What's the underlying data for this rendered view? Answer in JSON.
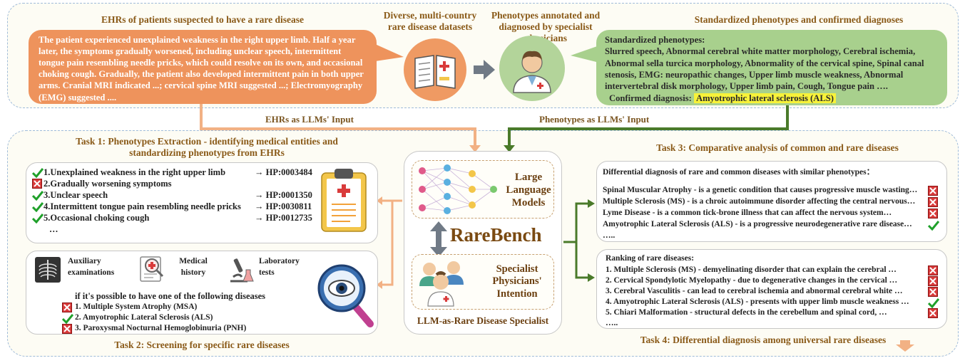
{
  "top": {
    "ehr_title": "EHRs of patients suspected to have a rare disease",
    "ehr_text": "The patient experienced unexplained weakness in the right upper limb. Half a year later, the symptoms gradually worsened, including unclear speech, intermittent tongue pain resembling needle pricks, which could resolve on its own, and occasional choking cough. Gradually, the patient also developed  intermittent pain in both upper arms. Cranial MRI indicated ...; cervical spine MRI suggested ...; Electromyography (EMG) suggested ....",
    "datasets_title": "Diverse, multi-country rare disease datasets",
    "annotated_title": "Phenotypes annotated and diagnosed by specialist physicians",
    "standardized_title": "Standardized phenotypes and confirmed diagnoses",
    "pheno_heading": "Standardized phenotypes:",
    "pheno_text": "Slurred speech, Abnormal cerebral white matter morphology, Cerebral ischemia, Abnormal sella turcica morphology, Abnormality of the cervical spine, Spinal canal stenosis, EMG: neuropathic changes, Upper limb muscle weakness, Abnormal intervertebral disk morphology, Upper limb pain, Cough, Tongue pain ….",
    "diagnosis_label": "Confirmed diagnosis:",
    "diagnosis_value": "Amyotrophic lateral sclerosis (ALS)"
  },
  "links": {
    "ehr_input": "EHRs as LLMs' Input",
    "pheno_input": "Phenotypes as LLMs' Input"
  },
  "task1": {
    "title": "Task 1: Phenotypes Extraction - identifying medical entities and standardizing phenotypes from EHRs",
    "items": [
      {
        "text": "1.Unexplained weakness in the right upper limb",
        "code": "→ HP:0003484",
        "mark": "check"
      },
      {
        "text": "2.Gradually worsening symptoms",
        "code": "",
        "mark": "cross"
      },
      {
        "text": "3.Unclear speech",
        "code": "→ HP:0001350",
        "mark": "check"
      },
      {
        "text": "4.Intermittent tongue pain resembling needle pricks",
        "code": "→ HP:0030811",
        "mark": "check"
      },
      {
        "text": "5.Occasional choking cough",
        "code": "→ HP:0012735",
        "mark": "check"
      }
    ],
    "more": "…"
  },
  "task2": {
    "title": "Task 2: Screening for specific rare diseases",
    "aux": "Auxiliary examinations",
    "history": "Medical history",
    "lab": "Laboratory tests",
    "question": "if it's possible to have one of the following diseases",
    "items": [
      {
        "text": "1. Multiple System Atrophy (MSA)",
        "mark": "cross"
      },
      {
        "text": "2. Amyotrophic Lateral Sclerosis (ALS)",
        "mark": "check"
      },
      {
        "text": "3. Paroxysmal Nocturnal Hemoglobinuria (PNH)",
        "mark": "cross"
      }
    ]
  },
  "center": {
    "llm": "Large Language Models",
    "brand": "RareBench",
    "physicians": "Specialist Physicians' Intention",
    "caption": "LLM-as-Rare Disease Specialist"
  },
  "task3": {
    "title": "Task 3: Comparative analysis of common and rare diseases",
    "heading": "Differential diagnosis of rare and common diseases with similar phenotypes：",
    "items": [
      {
        "text": "Spinal Muscular Atrophy - is a genetic condition that causes progressive muscle wasting…",
        "mark": "cross"
      },
      {
        "text": "Multiple Sclerosis (MS) -  is a chroic autoimmune disorder affecting the central nervous…",
        "mark": "cross"
      },
      {
        "text": "Lyme Disease - is a common tick-brone illness that can affect the nervous system…",
        "mark": "cross"
      },
      {
        "text": "Amyotrophic Lateral Sclerosis (ALS) - is a progressive neurodegenerative rare disease…",
        "mark": "check"
      }
    ],
    "more": "….."
  },
  "task4": {
    "title": "Task 4: Differential diagnosis among universal rare diseases",
    "heading": "Ranking of rare diseases:",
    "items": [
      {
        "text": "1. Multiple Sclerosis (MS) - demyelinating disorder that can explain the cerebral …",
        "mark": "cross"
      },
      {
        "text": "2. Cervical Spondylotic Myelopathy - due to degenerative changes in the cervical …",
        "mark": "cross"
      },
      {
        "text": "3. Cerebral Vasculitis - can lead to cerebral ischemia and abnormal cerebral white …",
        "mark": "cross"
      },
      {
        "text": "4. Amyotrophic Lateral Sclerosis (ALS) - presents with upper limb muscle weakness …",
        "mark": "check"
      },
      {
        "text": "5. Chiari Malformation - structural defects in the cerebellum and spinal cord, …",
        "mark": "cross"
      }
    ],
    "more": "….."
  },
  "colors": {
    "orange": "#ee935c",
    "green": "#a8d08d",
    "dark_green": "#4a7a2a",
    "title_brown": "#8a5a18",
    "highlight": "#f7f23a",
    "check": "#1fa02a",
    "cross": "#d93b3b"
  },
  "icons": [
    "book-icon",
    "doctor-icon",
    "clipboard-icon",
    "magnifier-icon",
    "xray-icon",
    "history-icon",
    "microscope-icon",
    "neural-network-icon",
    "physicians-icon",
    "check-icon",
    "cross-icon"
  ]
}
